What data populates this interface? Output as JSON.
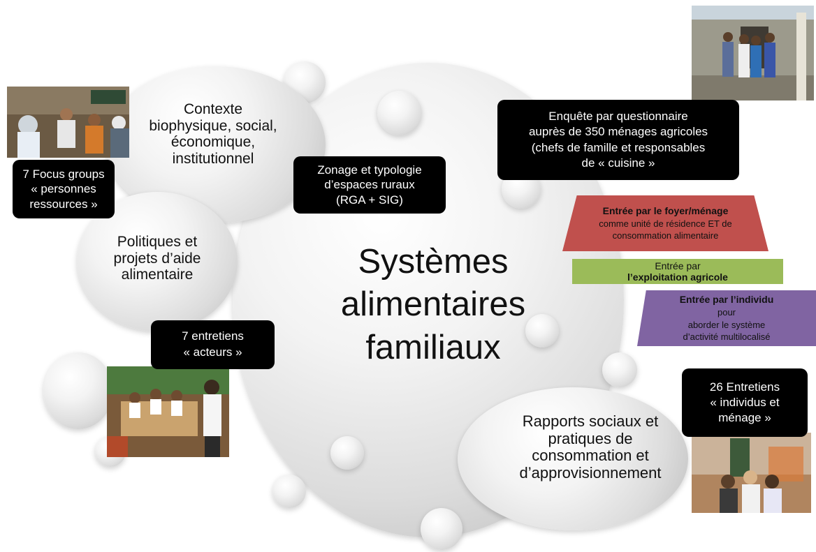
{
  "center_title": [
    "Systèmes",
    "alimentaires",
    "familiaux"
  ],
  "bubbles": {
    "contexte": [
      "Contexte",
      "biophysique, social,",
      "économique,",
      "institutionnel"
    ],
    "politiques": [
      "Politiques et",
      "projets d’aide",
      "alimentaire"
    ],
    "rapports": [
      "Rapports sociaux et",
      "pratiques de",
      "consommation et",
      "d’approvisionnement"
    ]
  },
  "boxes": {
    "focus": [
      "7 Focus groups",
      "« personnes",
      "ressources »"
    ],
    "zonage": [
      "Zonage et typologie",
      "d’espaces ruraux",
      "(RGA + SIG)"
    ],
    "enquete": [
      "Enquête  par questionnaire",
      "auprès de 350 ménages agricoles",
      "(chefs de famille et responsables",
      "de « cuisine »"
    ],
    "acteurs": [
      "7 entretiens",
      "« acteurs »"
    ],
    "individus": [
      "26 Entretiens",
      "« individus et",
      "ménage »"
    ]
  },
  "entries": {
    "foyer": {
      "bold": "Entrée par le foyer/ménage",
      "line2": "comme unité de résidence ET de",
      "line3": "consommation alimentaire",
      "color": "#c0504d"
    },
    "exploitation": {
      "prefix": "Entrée par ",
      "bold": "l’exploitation agricole",
      "color": "#9bbb59"
    },
    "individu": {
      "bold": "Entrée par l’individu",
      "suffix": " pour",
      "line2": "aborder le système",
      "line3": "d’activité multilocalisé",
      "color": "#8064a2"
    }
  }
}
